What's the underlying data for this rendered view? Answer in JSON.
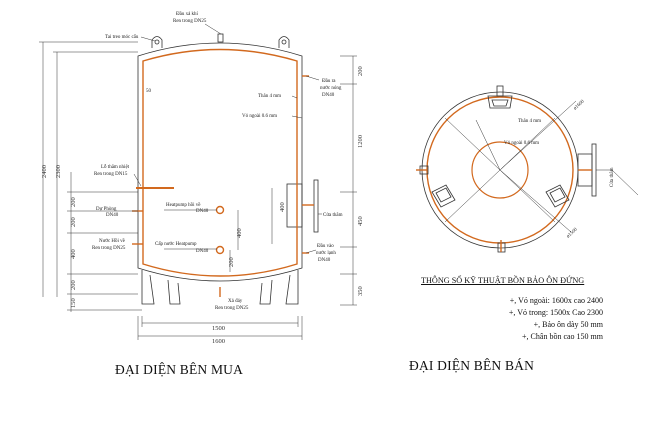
{
  "labels": {
    "lift_lug": "Tai treo móc cẩu",
    "vent_1": "Đầu xả khí",
    "vent_2": "Ren trong DN25",
    "hot_out_1": "Đầu ra",
    "hot_out_2": "nước nóng",
    "hot_out_3": "DN40",
    "thick_left": "Thân 4 mm",
    "shell_left": "Vỏ ngoài 0.6 mm",
    "thermo_1": "Lỗ thăm nhiệt",
    "thermo_2": "Ren trong DN15",
    "backup_1": "Dự Phòng",
    "backup_2": "DN40",
    "hp_ret_1": "Heatpump hồi về",
    "hp_ret_2": "DN40",
    "ret_1": "Nước Hồi về",
    "ret_2": "Ren trong DN25",
    "hp_sup_1": "Cấp nước Heatpump",
    "hp_sup_2": "DN40",
    "manhole_left": "Cửa thăm",
    "cold_in_1": "Đầu vào",
    "cold_in_2": "nước lạnh",
    "cold_in_3": "DN40",
    "drain_1": "Xả đáy",
    "drain_2": "Ren trong DN25",
    "r50": "50",
    "thick_right": "Thân 4 mm",
    "shell_right": "Vỏ ngoài 0.6 mm",
    "manhole_right": "Cửa thăm",
    "dia1600": "ø1600",
    "dia1500": "ø1500"
  },
  "dims": {
    "h2400": "2400",
    "h2300": "2300",
    "l200a": "200",
    "l200b": "200",
    "l400": "400",
    "l200c": "200",
    "l150": "150",
    "r200": "200",
    "r1200": "1200",
    "r450": "450",
    "r350": "350",
    "m400": "400",
    "m200": "200",
    "m400b": "400",
    "w1500": "1500",
    "w1600": "1600"
  },
  "spec": {
    "title": "THÔNG SỐ KỸ THUẬT BỒN BẢO ÔN ĐỨNG",
    "lines": [
      "+, Vỏ ngoài: 1600x cao 2400",
      "+, Vỏ trong: 1500x Cao 2300",
      "+, Bảo ôn dày 50 mm",
      "+, Chân bồn cao 150 mm"
    ]
  },
  "captions": {
    "left": "ĐẠI DIỆN BÊN MUA",
    "right": "ĐẠI DIỆN BÊN BÁN"
  },
  "colors": {
    "inner_tank": "#d2691e",
    "outline": "#333333"
  }
}
